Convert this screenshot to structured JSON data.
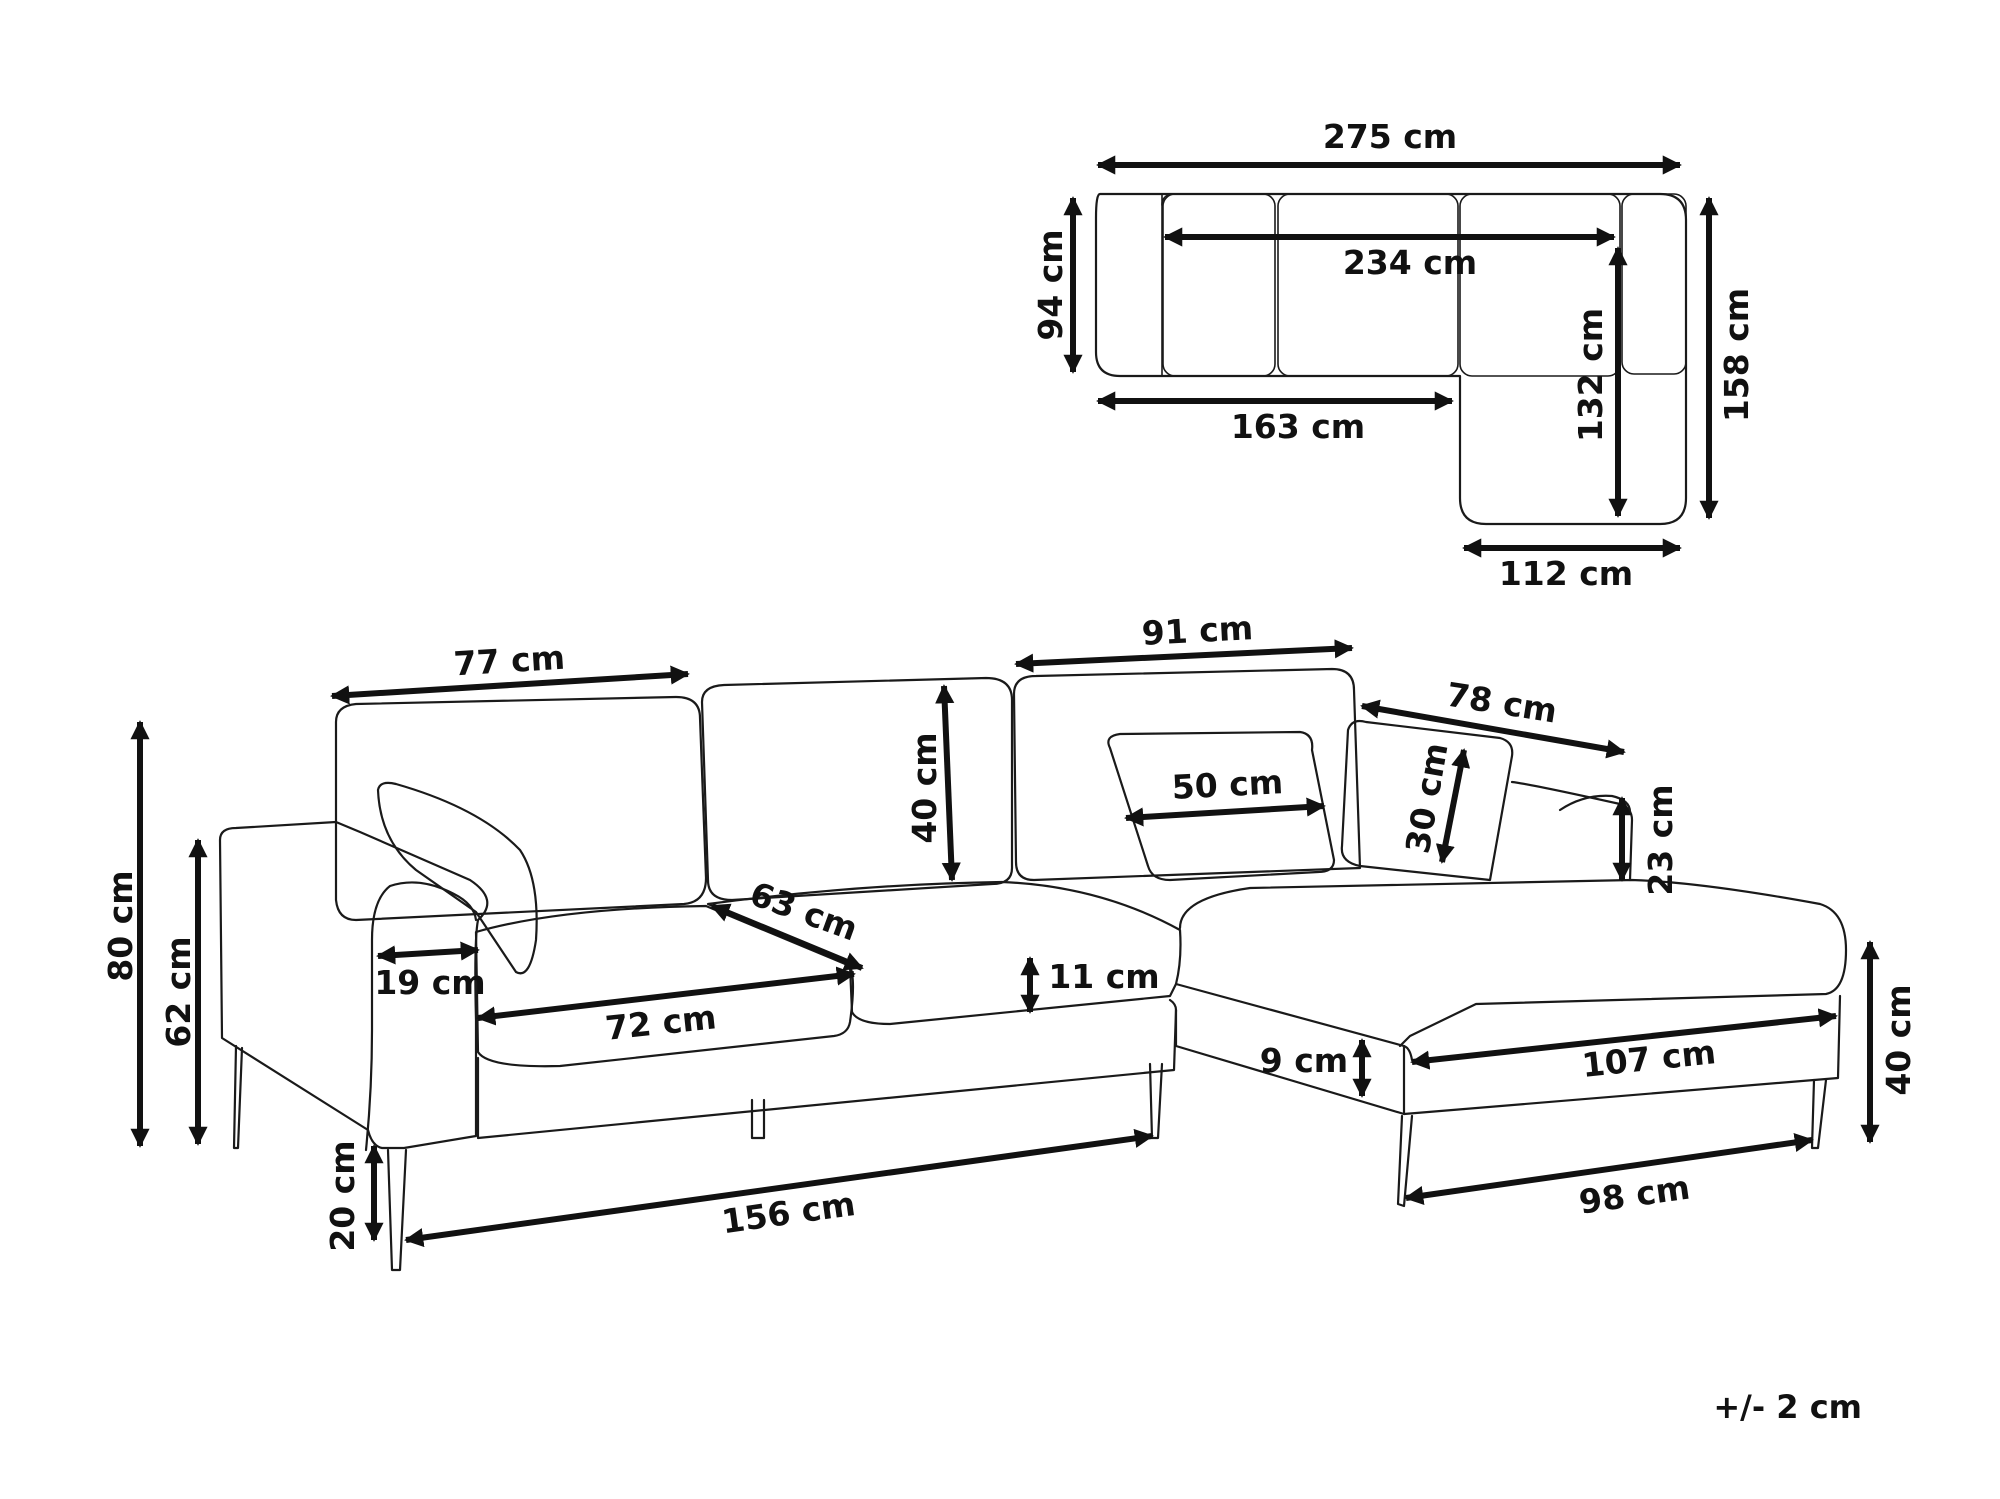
{
  "top_view": {
    "overall_width": "275 cm",
    "inner_width": "234 cm",
    "depth": "94 cm",
    "main_length": "163 cm",
    "chaise_inner_length": "132 cm",
    "overall_length": "158 cm",
    "chaise_width": "112 cm"
  },
  "front_view": {
    "cushion_left_width": "77 cm",
    "cushion_right_width": "91 cm",
    "chaise_depth": "78 cm",
    "total_height": "80 cm",
    "arm_height": "62 cm",
    "back_cushion_height": "40 cm",
    "seat_depth": "63 cm",
    "pillow_width": "50 cm",
    "pillow_height": "30 cm",
    "chaise_arm_height": "23 cm",
    "arm_width": "19 cm",
    "seat_width": "72 cm",
    "seat_cushion_thickness": "11 cm",
    "base_thickness": "9 cm",
    "chaise_length": "107 cm",
    "seat_height": "40 cm",
    "leg_height": "20 cm",
    "base_length": "156 cm",
    "chaise_base_length": "98 cm"
  },
  "tolerance": "+/- 2 cm"
}
